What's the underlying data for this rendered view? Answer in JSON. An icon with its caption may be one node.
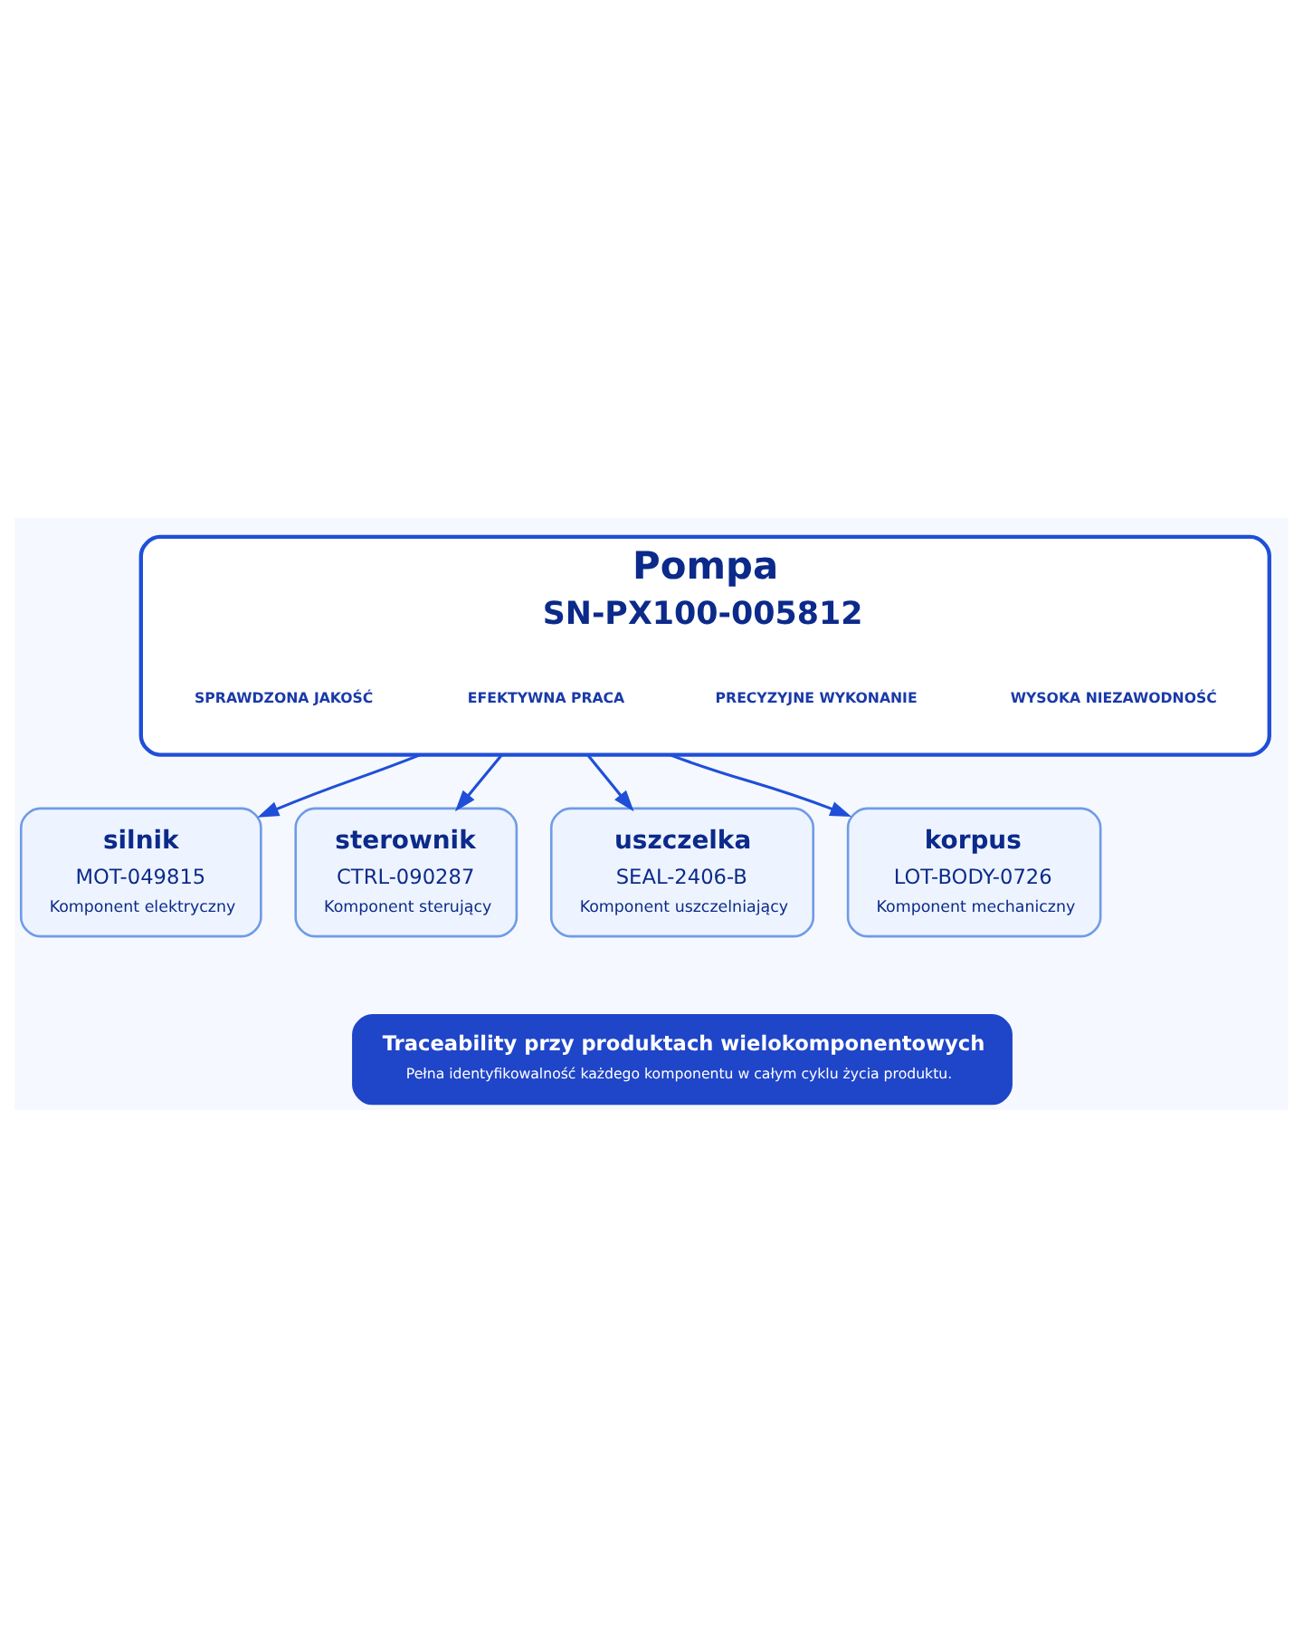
{
  "diagram": {
    "nodes": [
      {
        "text": [
          "Pompa",
          "SN-PX100-005812"
        ]
      },
      {
        "text": [
          "WYSOKA NIEZAWODNOŚĆ"
        ],
        "in": 0
      },
      {
        "text": [
          "PRECYZYJNE WYKONANIE"
        ],
        "in": 0
      },
      {
        "text": [
          "EFEKTYWNA PRACA"
        ],
        "in": 0
      },
      {
        "text": [
          "SPRAWDZONA JAKOŚĆ"
        ],
        "in": 0
      },
      {
        "text": [
          "silnik",
          "MOT-049815",
          "Komponent elektryczny"
        ]
      },
      {
        "text": [
          "sterownik",
          "CTRL-090287",
          "Komponent sterujący"
        ]
      },
      {
        "text": [
          "uszczelka",
          "SEAL-2406-B",
          "Komponent uszczelniający"
        ]
      },
      {
        "text": [
          "korpus",
          "LOT-BODY-0726",
          "Komponent mechaniczny"
        ]
      },
      {
        "text": [
          "Traceability przy produktach wielokomponentowych",
          "Pełna identyfikowalność każdego komponentu w całym cyklu życia produktu."
        ]
      }
    ],
    "edges": [
      {
        "from": 0,
        "to": 5,
        "arrow": "to"
      },
      {
        "from": 0,
        "to": 6,
        "arrow": "to"
      },
      {
        "from": 0,
        "to": 7,
        "arrow": "to"
      },
      {
        "from": 0,
        "to": 8,
        "arrow": "to"
      }
    ]
  }
}
